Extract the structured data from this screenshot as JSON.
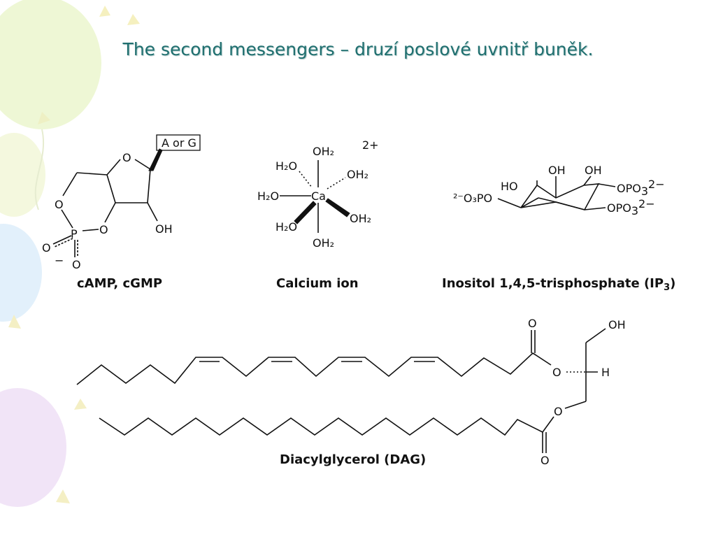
{
  "slide": {
    "title": "The second messengers – druzí poslové uvnitř buněk."
  },
  "molecules": {
    "camp": {
      "label": "cAMP, cGMP",
      "base": "A or G",
      "ring_o": "O",
      "o_left": "O",
      "p": "P",
      "o_ester": "O",
      "o_double": "O",
      "o_minus": "O",
      "minus": "−",
      "oh": "OH"
    },
    "calcium": {
      "label": "Calcium ion",
      "charge": "2+",
      "center": "Ca",
      "ligand": "H₂O",
      "ligand_r": "OH₂"
    },
    "ip3": {
      "label_main": "Inositol 1,4,5-trisphosphate (IP",
      "label_sub": "3",
      "label_end": ")",
      "oh": "OH",
      "ho": "HO",
      "left_group": "²⁻O₃PO",
      "opo3": "OPO",
      "sub3": "3",
      "charge": "2−"
    },
    "dag": {
      "label": "Diacylglycerol (DAG)",
      "o": "O",
      "oh": "OH",
      "h": "H"
    }
  }
}
